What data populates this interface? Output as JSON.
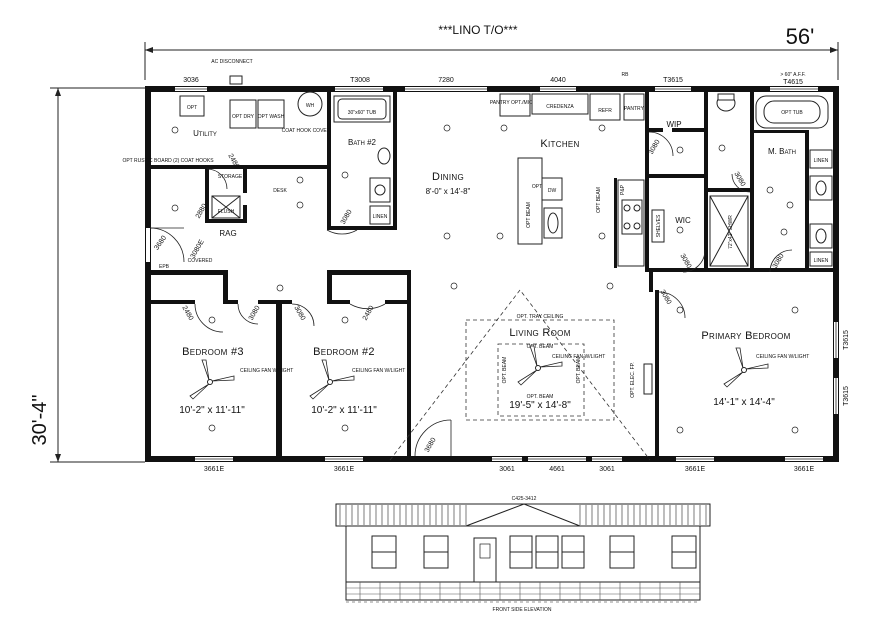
{
  "header": {
    "lino_to": "***LINO T/O***",
    "width_dim": "56'",
    "depth_dim": "30'-4\""
  },
  "rooms": {
    "utility": "Utility",
    "opt_dry": "OPT DRY",
    "opt_wash": "OPT WASH",
    "wh": "WH",
    "opt_wh": "OPT",
    "tub_30x60": "30\"x60\" TUB",
    "coat_hook": "COAT HOOK COVER",
    "bath2": "Bath #2",
    "linen_bath2": "LINEN",
    "dining": "Dining",
    "dining_size": "8'-0\" x 14'-8\"",
    "kitchen": "Kitchen",
    "pantry_opt": "PANTRY OPT./MICRO",
    "credenza": "CREDENZA",
    "refr": "REFR",
    "pantry": "PANTRY",
    "dw": "DW",
    "opt_beam1": "OPT BEAM",
    "opt_beam2": "OPT BEAM",
    "opt": "OPT",
    "wip": "WIP",
    "wic": "WIC",
    "shelves": "SHELVES",
    "pnp": "P&P",
    "m_bath": "M. Bath",
    "opt_tub": "OPT TUB",
    "shower_72x42": "72\"x42\" SHWR",
    "linen_mb1": "LINEN",
    "linen_mb2": "LINEN",
    "storage": "STORAGE",
    "desk": "DESK",
    "flush": "FLUSH",
    "rag": "RAG",
    "opt_rustic": "OPT RUSTIC BOARD (2) COAT HOOKS",
    "ac_disconnect": "AC DISCONNECT",
    "epb": "EPB",
    "covered": "COVERED",
    "bedroom3": "Bedroom #3",
    "bedroom3_size": "10'-2\" x 11'-11\"",
    "bedroom2": "Bedroom #2",
    "bedroom2_size": "10'-2\" x 11'-11\"",
    "living": "Living Room",
    "living_size": "19'-5\" x 14'-8\"",
    "opt_tray": "OPT. TRAY CEILING",
    "opt_beam_lr1": "OPT. BEAM",
    "opt_beam_lr2": "OPT. BEAM",
    "opt_beam_lr3": "OPT. BEAM",
    "opt_beam_lr4": "OPT. BEAM",
    "ceiling_fan": "CEILING FAN W/LIGHT",
    "primary": "Primary Bedroom",
    "primary_size": "14'-1\" x 14'-4\"",
    "opt_elec_fp": "OPT. ELEC. FP.",
    "above_aff": "> 60\" A.F.F.",
    "rb": "RB",
    "elevation_title": "FRONT SIDE ELEVATION",
    "elevation_code": "C425-3412"
  },
  "windows": {
    "w3036": "3036",
    "wt3008": "T3008",
    "w7280": "7280",
    "w4040": "4040",
    "wt3615_top": "T3615",
    "wt4615": "T4615",
    "w3661e_1": "3661E",
    "w3661e_2": "3661E",
    "w3061_1": "3061",
    "w4661": "4661",
    "w3061_2": "3061",
    "w3661e_3": "3661E",
    "w3661e_4": "3661E",
    "wt3615_r1": "T3615",
    "wt3615_r2": "T3615"
  },
  "doors": {
    "d2480_a": "2480",
    "d2880": "2880",
    "d3680": "3680",
    "d3080e": "3080E",
    "d3080_bath": "3080",
    "d2480_b3": "2480",
    "d3080_b3": "3080",
    "d3080_b2": "3080",
    "d2480_b2": "2480",
    "d3080_k": "3080",
    "d3080_wic": "3080",
    "d3080_mb": "3080",
    "d3080_mb2": "3080",
    "d3080_pb": "3080",
    "d3680_front": "3680"
  }
}
